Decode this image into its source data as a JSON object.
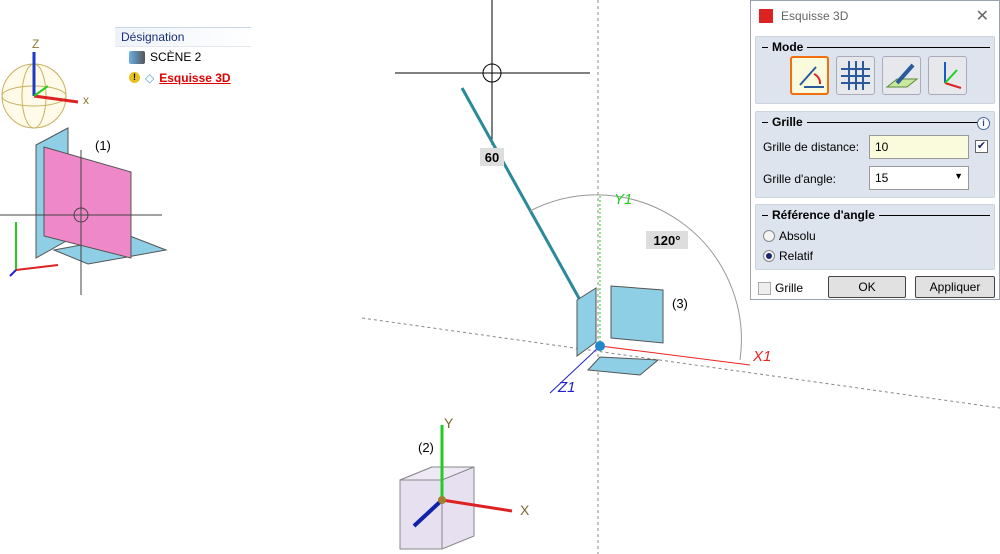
{
  "tree": {
    "header": "Désignation",
    "items": [
      {
        "label": "SCÈNE 2"
      },
      {
        "label": "Esquisse 3D"
      }
    ]
  },
  "viewport": {
    "labels": {
      "one": "(1)",
      "two": "(2)",
      "three": "(3)",
      "y1": "Y1",
      "x1": "X1",
      "z1": "Z1",
      "x": "X",
      "y": "Y",
      "z": "Z",
      "gx": "x",
      "length": "60",
      "angle": "120°"
    }
  },
  "dialog": {
    "title": "Esquisse 3D",
    "mode_label": "Mode",
    "grid_label": "Grille",
    "grid_distance_label": "Grille de distance:",
    "grid_distance_value": "10",
    "grid_distance_checked": true,
    "grid_angle_label": "Grille d'angle:",
    "grid_angle_value": "15",
    "angle_ref_label": "Référence d'angle",
    "absolute_label": "Absolu",
    "relative_label": "Relatif",
    "selected_ref": "Relatif",
    "grid_checkbox_label": "Grille",
    "ok_label": "OK",
    "apply_label": "Appliquer"
  },
  "colors": {
    "accent": "#f07010",
    "error": "#e00000",
    "teal": "#2a8a9a"
  }
}
